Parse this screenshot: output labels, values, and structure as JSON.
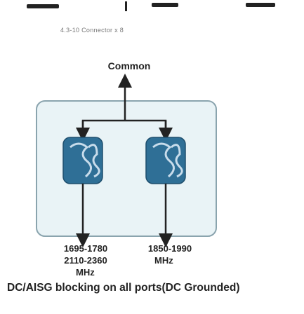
{
  "connector_note": "4.3-10 Connector x 8",
  "common_label": "Common",
  "ports": [
    {
      "range_lines": [
        "1695-1780",
        "2110-2360"
      ],
      "unit": "MHz"
    },
    {
      "range_lines": [
        "1850-1990"
      ],
      "unit": "MHz"
    }
  ],
  "caption": "DC/AISG blocking on all ports(DC Grounded)",
  "colors": {
    "housing_fill": "#e9f3f6",
    "housing_stroke": "#8aa4ae",
    "filter_fill": "#2f6f96",
    "filter_coil": "#c8dceb",
    "line": "#222222"
  }
}
